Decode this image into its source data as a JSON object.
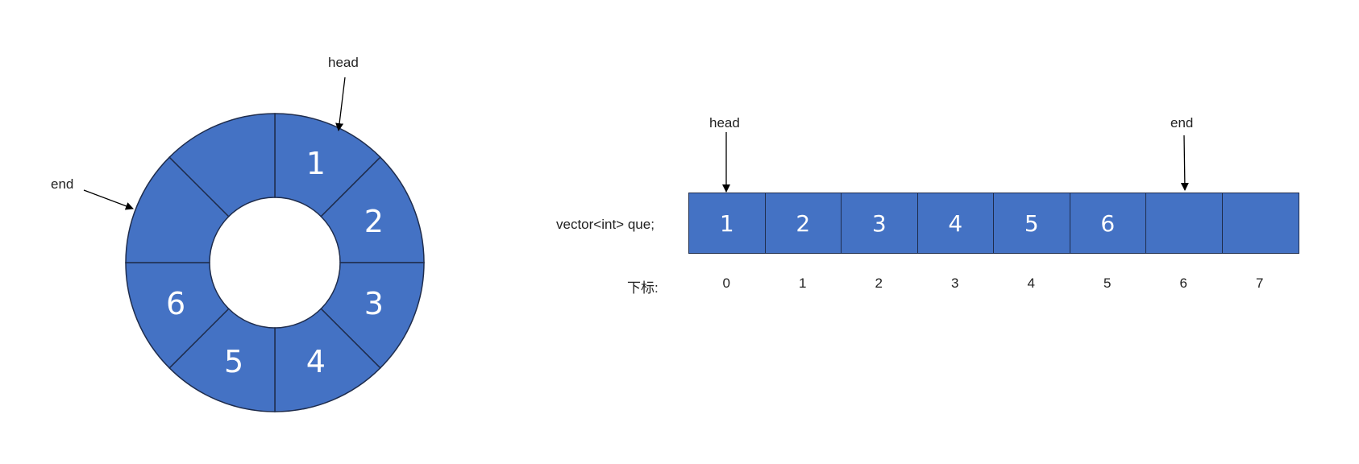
{
  "ring": {
    "segments": [
      "1",
      "2",
      "3",
      "4",
      "5",
      "6",
      "",
      ""
    ],
    "head_label": "head",
    "end_label": "end"
  },
  "array": {
    "declaration": "vector<int> que;",
    "index_label": "下标:",
    "cells": [
      "1",
      "2",
      "3",
      "4",
      "5",
      "6",
      "",
      ""
    ],
    "indices": [
      "0",
      "1",
      "2",
      "3",
      "4",
      "5",
      "6",
      "7"
    ],
    "head_label": "head",
    "end_label": "end"
  },
  "colors": {
    "fill": "#4472c4",
    "stroke": "#1f2d4d",
    "text": "#ffffff"
  }
}
